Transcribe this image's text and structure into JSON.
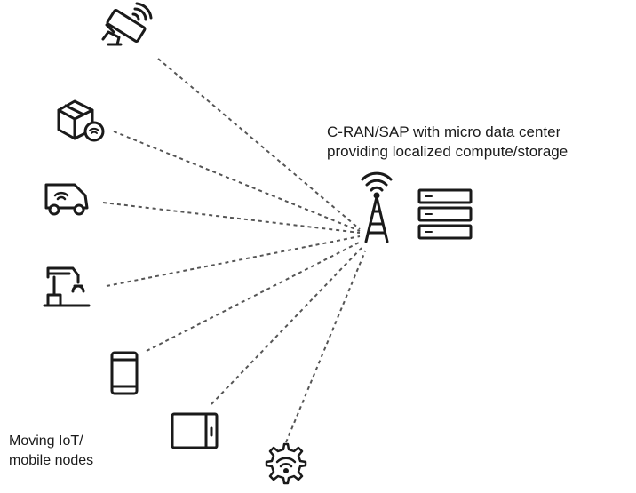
{
  "hub": {
    "label_lines": [
      "C-RAN/SAP with micro data center",
      "providing localized compute/storage"
    ],
    "icons": [
      "cell-tower-icon",
      "server-rack-icon"
    ]
  },
  "nodes": {
    "label_lines": [
      "Moving IoT/",
      "mobile nodes"
    ],
    "items": [
      {
        "icon": "security-camera-icon"
      },
      {
        "icon": "package-wifi-icon"
      },
      {
        "icon": "connected-van-icon"
      },
      {
        "icon": "robotic-arm-icon"
      },
      {
        "icon": "smartphone-icon"
      },
      {
        "icon": "tablet-icon"
      },
      {
        "icon": "wifi-gear-icon"
      }
    ]
  },
  "colors": {
    "stroke": "#1a1a1a",
    "link": "#555555"
  }
}
